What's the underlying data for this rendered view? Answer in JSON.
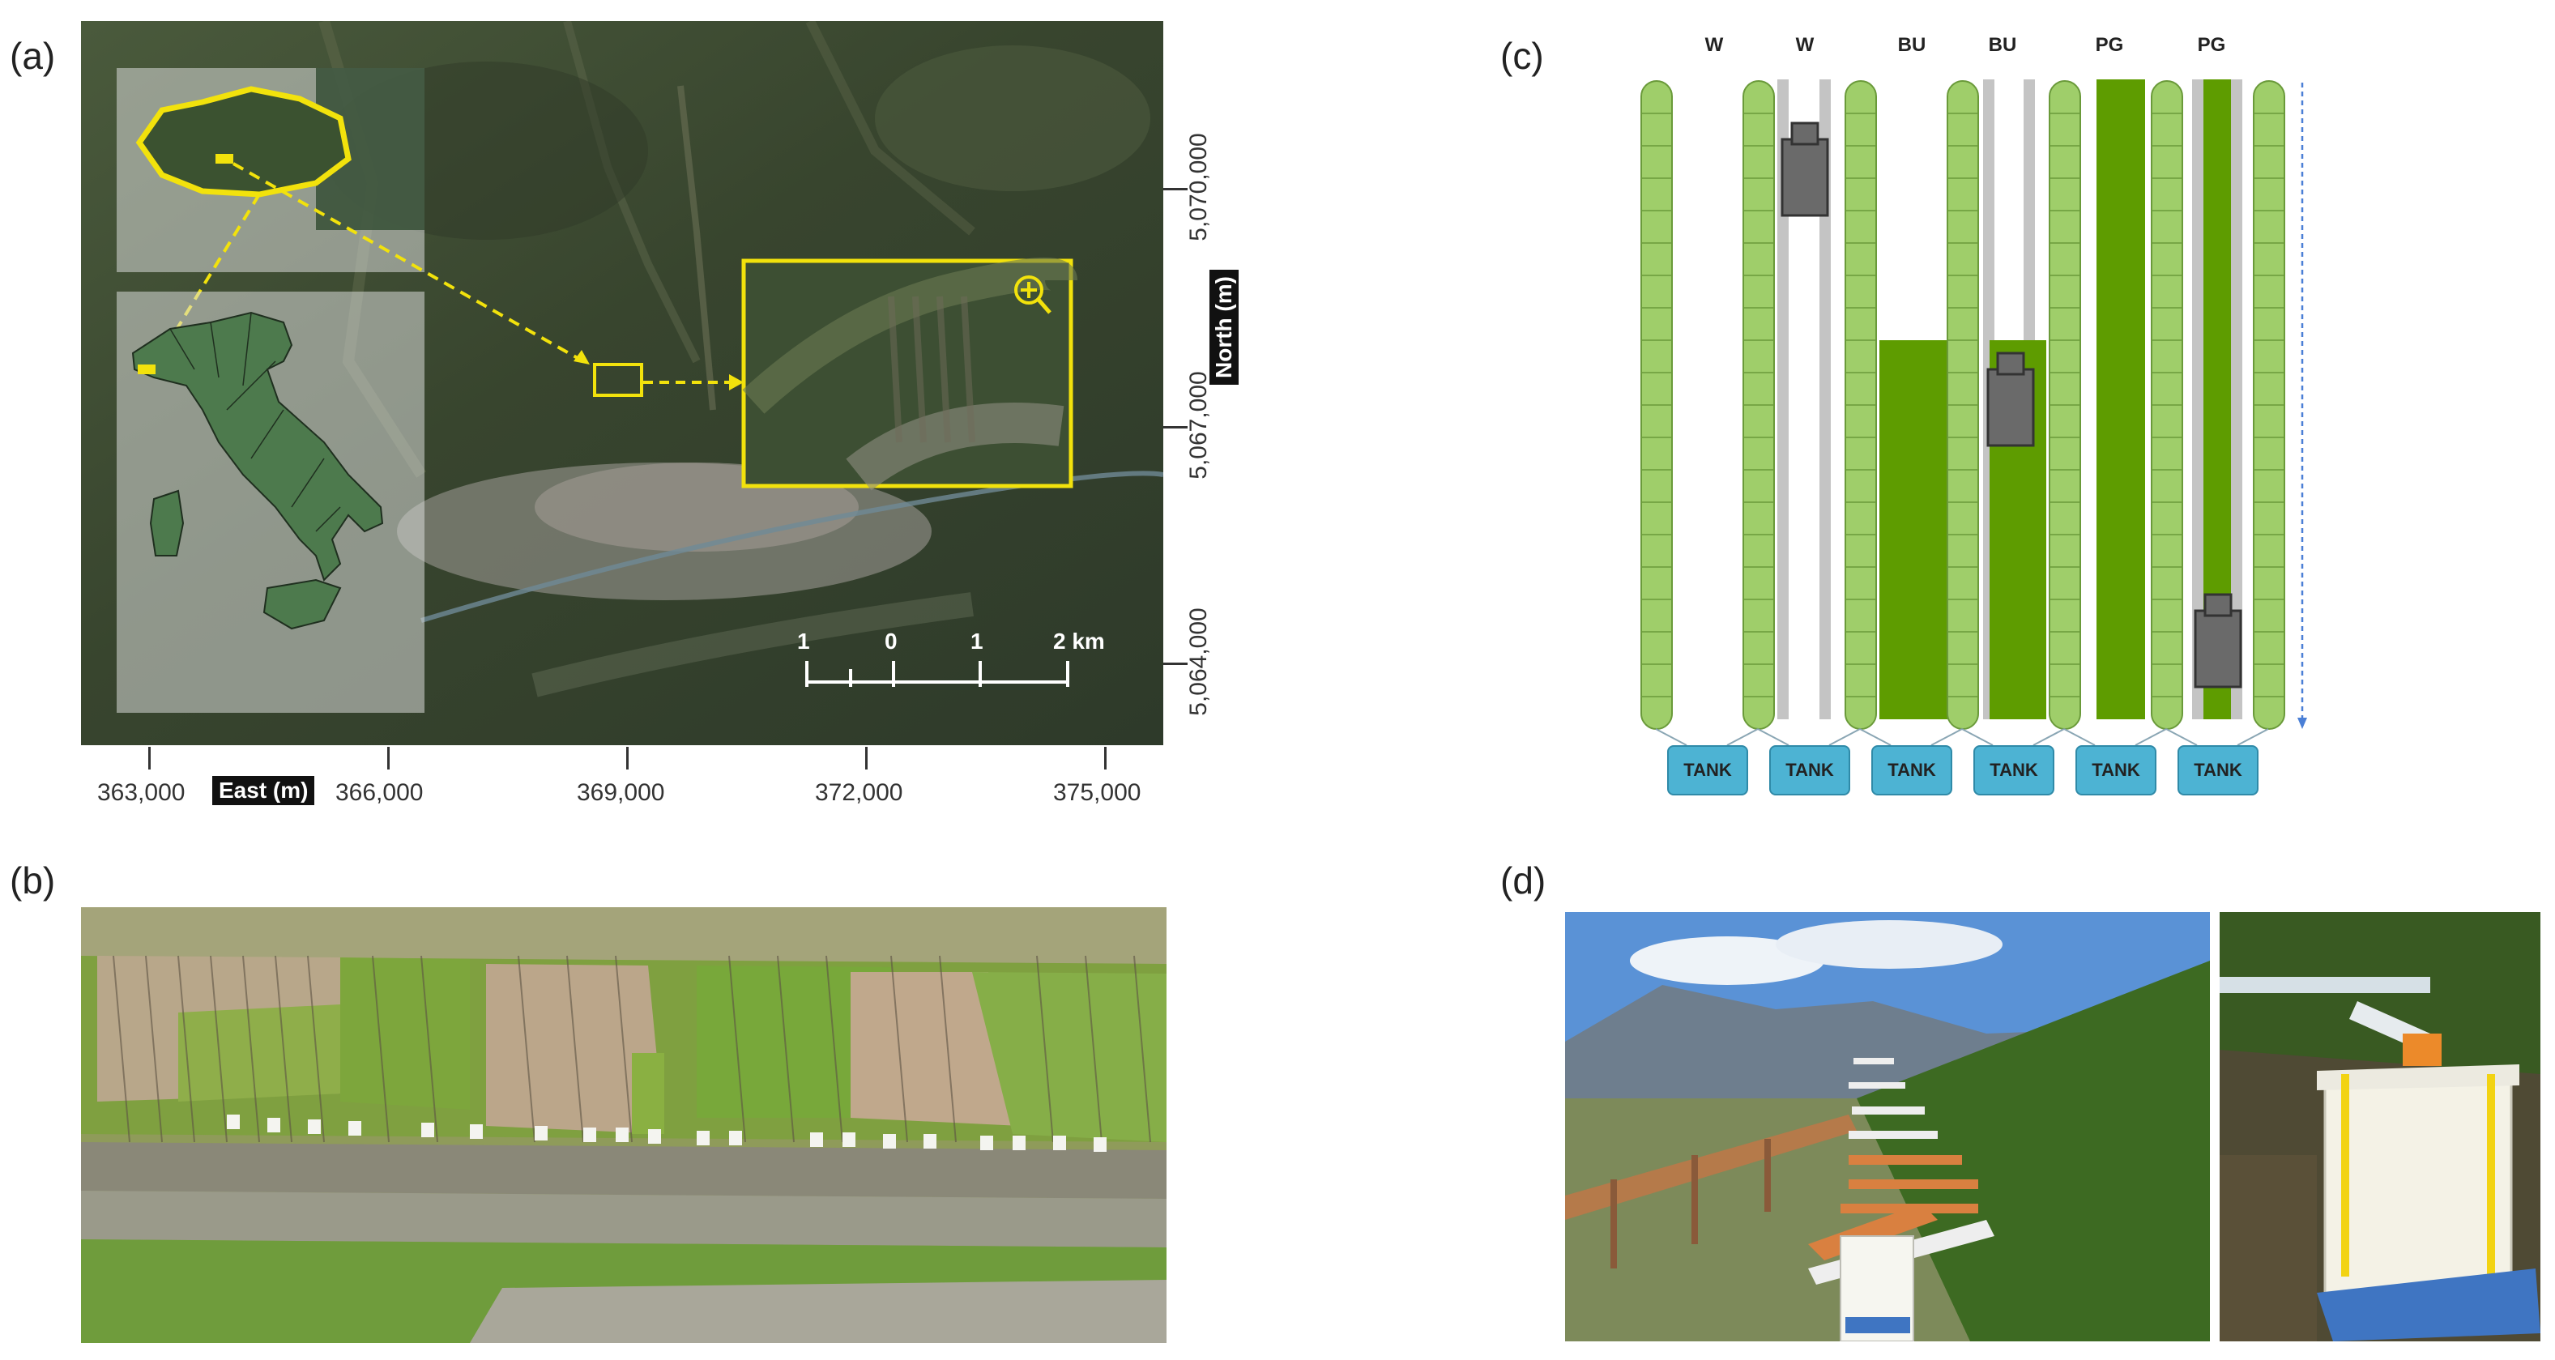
{
  "panel_labels": {
    "a": "(a)",
    "b": "(b)",
    "c": "(c)",
    "d": "(d)"
  },
  "map": {
    "east_ticks": [
      "363,000",
      "366,000",
      "369,000",
      "372,000",
      "375,000"
    ],
    "east_title": "East (m)",
    "north_ticks": [
      "5,070,000",
      "5,067,000",
      "5,064,000"
    ],
    "north_title": "North (m)",
    "scale": {
      "labels": [
        "1",
        "0",
        "1",
        "2 km"
      ]
    },
    "colors": {
      "highlight": "#f2e20c",
      "land": "#4d7a4d",
      "satellite": "#3d4a32"
    }
  },
  "schematic": {
    "columns": [
      "W",
      "W",
      "BU",
      "BU",
      "PG",
      "PG"
    ],
    "tank_label": "TANK",
    "colors": {
      "vine": "#9fce6a",
      "cover": "#5e9c00",
      "tank": "#4db3d3",
      "wheel": "#c4c4c4",
      "tractor": "#6a6a6a"
    }
  }
}
